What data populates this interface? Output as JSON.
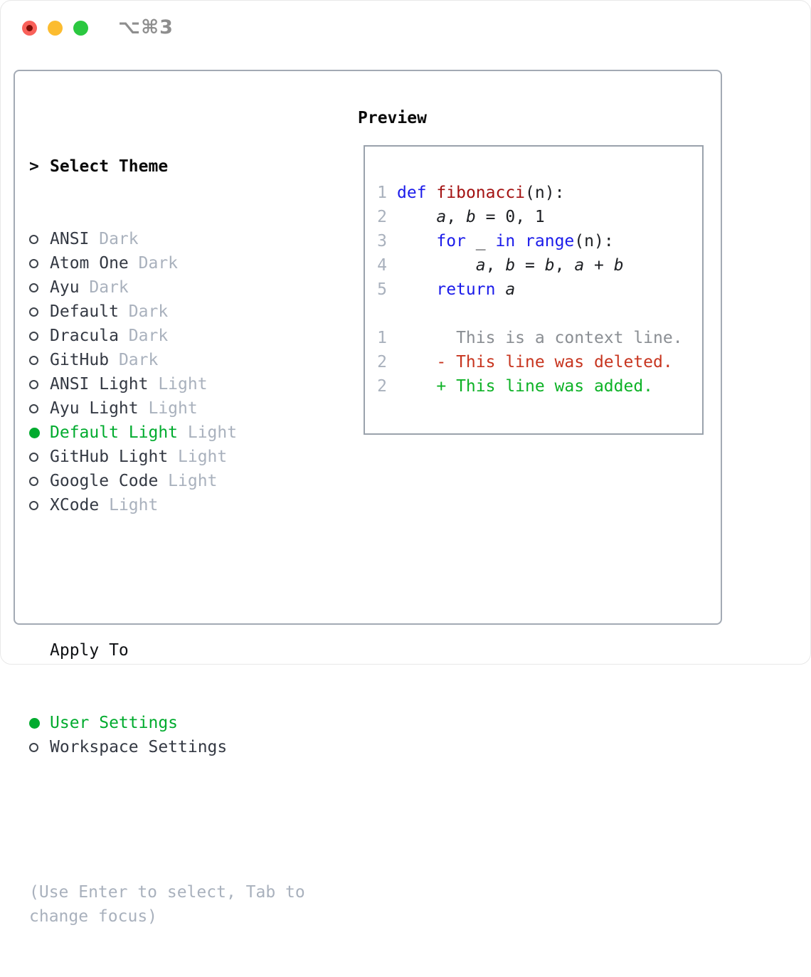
{
  "window": {
    "title": "⌥⌘3",
    "traffic_lights": [
      "close",
      "minimize",
      "zoom"
    ]
  },
  "theme_picker": {
    "prompt": ">",
    "heading": "Select Theme",
    "items": [
      {
        "name": "ANSI",
        "variant": "Dark",
        "selected": false
      },
      {
        "name": "Atom One",
        "variant": "Dark",
        "selected": false
      },
      {
        "name": "Ayu",
        "variant": "Dark",
        "selected": false
      },
      {
        "name": "Default",
        "variant": "Dark",
        "selected": false
      },
      {
        "name": "Dracula",
        "variant": "Dark",
        "selected": false
      },
      {
        "name": "GitHub",
        "variant": "Dark",
        "selected": false
      },
      {
        "name": "ANSI Light",
        "variant": "Light",
        "selected": false
      },
      {
        "name": "Ayu Light",
        "variant": "Light",
        "selected": false
      },
      {
        "name": "Default Light",
        "variant": "Light",
        "selected": true
      },
      {
        "name": "GitHub Light",
        "variant": "Light",
        "selected": false
      },
      {
        "name": "Google Code",
        "variant": "Light",
        "selected": false
      },
      {
        "name": "XCode",
        "variant": "Light",
        "selected": false
      }
    ],
    "apply_to": {
      "heading": "Apply To",
      "options": [
        {
          "name": "User Settings",
          "selected": true
        },
        {
          "name": "Workspace Settings",
          "selected": false
        }
      ]
    },
    "hint_lines": [
      "(Use Enter to select, Tab to",
      "change focus)"
    ]
  },
  "preview": {
    "heading": "Preview",
    "lines": [
      {
        "num": "1",
        "tokens": [
          {
            "t": "def",
            "c": "kw"
          },
          {
            "t": " ",
            "c": "p"
          },
          {
            "t": "fibonacci",
            "c": "fn"
          },
          {
            "t": "(n):",
            "c": "p"
          }
        ]
      },
      {
        "num": "2",
        "tokens": [
          {
            "t": "    ",
            "c": "p"
          },
          {
            "t": "a",
            "c": "var"
          },
          {
            "t": ", ",
            "c": "p"
          },
          {
            "t": "b",
            "c": "var"
          },
          {
            "t": " = 0, 1",
            "c": "p"
          }
        ]
      },
      {
        "num": "3",
        "tokens": [
          {
            "t": "    ",
            "c": "p"
          },
          {
            "t": "for",
            "c": "kw"
          },
          {
            "t": " _ ",
            "c": "p"
          },
          {
            "t": "in",
            "c": "kw"
          },
          {
            "t": " ",
            "c": "p"
          },
          {
            "t": "range",
            "c": "kw"
          },
          {
            "t": "(n):",
            "c": "p"
          }
        ]
      },
      {
        "num": "4",
        "tokens": [
          {
            "t": "        ",
            "c": "p"
          },
          {
            "t": "a",
            "c": "var"
          },
          {
            "t": ", ",
            "c": "p"
          },
          {
            "t": "b",
            "c": "var"
          },
          {
            "t": " = ",
            "c": "p"
          },
          {
            "t": "b",
            "c": "var"
          },
          {
            "t": ", ",
            "c": "p"
          },
          {
            "t": "a",
            "c": "var"
          },
          {
            "t": " + ",
            "c": "p"
          },
          {
            "t": "b",
            "c": "var"
          }
        ]
      },
      {
        "num": "5",
        "tokens": [
          {
            "t": "    ",
            "c": "p"
          },
          {
            "t": "return",
            "c": "kw"
          },
          {
            "t": " ",
            "c": "p"
          },
          {
            "t": "a",
            "c": "var"
          }
        ]
      },
      {
        "num": "",
        "tokens": []
      },
      {
        "num": "1",
        "tokens": [
          {
            "t": "      This is a context line.",
            "c": "ctx"
          }
        ]
      },
      {
        "num": "2",
        "tokens": [
          {
            "t": "    - This line was deleted.",
            "c": "del"
          }
        ]
      },
      {
        "num": "2",
        "tokens": [
          {
            "t": "    + This line was added.",
            "c": "add"
          }
        ]
      }
    ]
  },
  "colors": {
    "accent_green": "#00ab2e",
    "keyword_blue": "#1b1bea",
    "function_red": "#a31212",
    "deleted_red": "#c7351f",
    "added_green": "#0db226",
    "context_gray": "#8a8e93",
    "muted_gray": "#a9b1bd",
    "panel_border": "#a3aab4",
    "traffic_red": "#f9615a",
    "traffic_yellow": "#fcbc30",
    "traffic_green": "#2bc840",
    "title_gray": "#8e8e8e"
  }
}
